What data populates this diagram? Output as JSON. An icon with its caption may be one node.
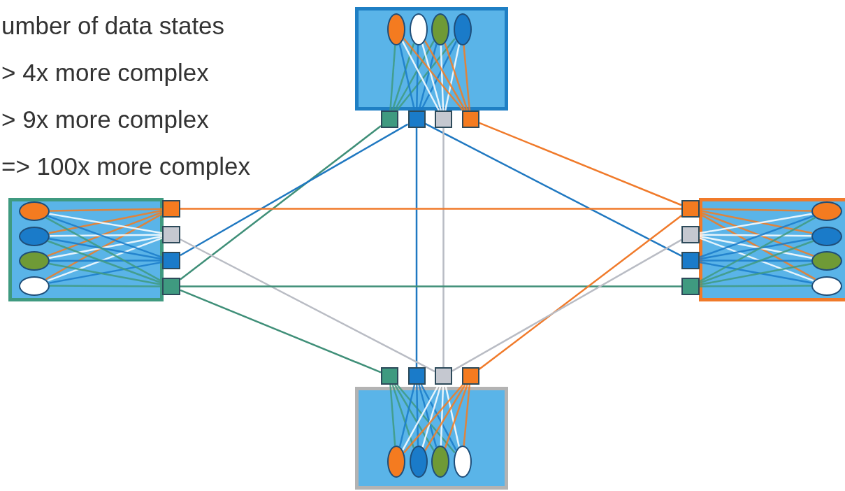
{
  "diagram": {
    "nodes": [
      {
        "text": [],
        "shape": "box"
      },
      {
        "text": [],
        "shape": "ellipse",
        "in": 0
      },
      {
        "text": [],
        "shape": "ellipse",
        "in": 0
      },
      {
        "text": [],
        "shape": "ellipse",
        "in": 0
      },
      {
        "text": [],
        "shape": "ellipse",
        "in": 0
      },
      {
        "text": [],
        "shape": "box"
      },
      {
        "text": [],
        "shape": "box"
      },
      {
        "text": [],
        "shape": "box"
      },
      {
        "text": [],
        "shape": "box"
      },
      {
        "text": [],
        "shape": "box"
      },
      {
        "text": [],
        "shape": "ellipse",
        "in": 9
      },
      {
        "text": [],
        "shape": "ellipse",
        "in": 9
      },
      {
        "text": [],
        "shape": "ellipse",
        "in": 9
      },
      {
        "text": [],
        "shape": "ellipse",
        "in": 9
      },
      {
        "text": [],
        "shape": "box"
      },
      {
        "text": [],
        "shape": "box"
      },
      {
        "text": [],
        "shape": "box"
      },
      {
        "text": [],
        "shape": "box"
      },
      {
        "text": [],
        "shape": "box"
      },
      {
        "text": [],
        "shape": "ellipse",
        "in": 18
      },
      {
        "text": [],
        "shape": "ellipse",
        "in": 18
      },
      {
        "text": [],
        "shape": "ellipse",
        "in": 18
      },
      {
        "text": [],
        "shape": "ellipse",
        "in": 18
      },
      {
        "text": [],
        "shape": "box"
      },
      {
        "text": [],
        "shape": "box"
      },
      {
        "text": [],
        "shape": "box"
      },
      {
        "text": [],
        "shape": "box"
      },
      {
        "text": [],
        "shape": "box"
      },
      {
        "text": [],
        "shape": "ellipse",
        "in": 27
      },
      {
        "text": [],
        "shape": "ellipse",
        "in": 27
      },
      {
        "text": [],
        "shape": "ellipse",
        "in": 27
      },
      {
        "text": [],
        "shape": "ellipse",
        "in": 27
      },
      {
        "text": [],
        "shape": "box"
      },
      {
        "text": [],
        "shape": "box"
      },
      {
        "text": [],
        "shape": "box"
      },
      {
        "text": [],
        "shape": "box"
      }
    ],
    "edges": [
      {
        "from": 1,
        "to": 5,
        "arrow": "none",
        "color": "#3f9a80"
      },
      {
        "from": 2,
        "to": 5,
        "arrow": "none",
        "color": "#3f9a80"
      },
      {
        "from": 3,
        "to": 5,
        "arrow": "none",
        "color": "#3f9a80"
      },
      {
        "from": 4,
        "to": 5,
        "arrow": "none",
        "color": "#3f9a80"
      },
      {
        "from": 1,
        "to": 6,
        "arrow": "none",
        "color": "#1a7bc9"
      },
      {
        "from": 2,
        "to": 6,
        "arrow": "none",
        "color": "#1a7bc9"
      },
      {
        "from": 3,
        "to": 6,
        "arrow": "none",
        "color": "#1a7bc9"
      },
      {
        "from": 4,
        "to": 6,
        "arrow": "none",
        "color": "#1a7bc9"
      },
      {
        "from": 1,
        "to": 7,
        "arrow": "none",
        "color": "#ffffff"
      },
      {
        "from": 2,
        "to": 7,
        "arrow": "none",
        "color": "#ffffff"
      },
      {
        "from": 3,
        "to": 7,
        "arrow": "none",
        "color": "#ffffff"
      },
      {
        "from": 4,
        "to": 7,
        "arrow": "none",
        "color": "#ffffff"
      },
      {
        "from": 1,
        "to": 8,
        "arrow": "none",
        "color": "#f47b20"
      },
      {
        "from": 2,
        "to": 8,
        "arrow": "none",
        "color": "#f47b20"
      },
      {
        "from": 3,
        "to": 8,
        "arrow": "none",
        "color": "#f47b20"
      },
      {
        "from": 4,
        "to": 8,
        "arrow": "none",
        "color": "#f47b20"
      },
      {
        "from": 10,
        "to": 14,
        "arrow": "none",
        "color": "#f47b20"
      },
      {
        "from": 11,
        "to": 14,
        "arrow": "none",
        "color": "#f47b20"
      },
      {
        "from": 12,
        "to": 14,
        "arrow": "none",
        "color": "#f47b20"
      },
      {
        "from": 13,
        "to": 14,
        "arrow": "none",
        "color": "#f47b20"
      },
      {
        "from": 10,
        "to": 15,
        "arrow": "none",
        "color": "#ffffff"
      },
      {
        "from": 11,
        "to": 15,
        "arrow": "none",
        "color": "#ffffff"
      },
      {
        "from": 12,
        "to": 15,
        "arrow": "none",
        "color": "#ffffff"
      },
      {
        "from": 13,
        "to": 15,
        "arrow": "none",
        "color": "#ffffff"
      },
      {
        "from": 10,
        "to": 16,
        "arrow": "none",
        "color": "#1a7bc9"
      },
      {
        "from": 11,
        "to": 16,
        "arrow": "none",
        "color": "#1a7bc9"
      },
      {
        "from": 12,
        "to": 16,
        "arrow": "none",
        "color": "#1a7bc9"
      },
      {
        "from": 13,
        "to": 16,
        "arrow": "none",
        "color": "#1a7bc9"
      },
      {
        "from": 10,
        "to": 17,
        "arrow": "none",
        "color": "#3f9a80"
      },
      {
        "from": 11,
        "to": 17,
        "arrow": "none",
        "color": "#3f9a80"
      },
      {
        "from": 12,
        "to": 17,
        "arrow": "none",
        "color": "#3f9a80"
      },
      {
        "from": 13,
        "to": 17,
        "arrow": "none",
        "color": "#3f9a80"
      },
      {
        "from": 19,
        "to": 23,
        "arrow": "none",
        "color": "#f47b20"
      },
      {
        "from": 20,
        "to": 23,
        "arrow": "none",
        "color": "#f47b20"
      },
      {
        "from": 21,
        "to": 23,
        "arrow": "none",
        "color": "#f47b20"
      },
      {
        "from": 22,
        "to": 23,
        "arrow": "none",
        "color": "#f47b20"
      },
      {
        "from": 19,
        "to": 24,
        "arrow": "none",
        "color": "#ffffff"
      },
      {
        "from": 20,
        "to": 24,
        "arrow": "none",
        "color": "#ffffff"
      },
      {
        "from": 21,
        "to": 24,
        "arrow": "none",
        "color": "#ffffff"
      },
      {
        "from": 22,
        "to": 24,
        "arrow": "none",
        "color": "#ffffff"
      },
      {
        "from": 19,
        "to": 25,
        "arrow": "none",
        "color": "#1a7bc9"
      },
      {
        "from": 20,
        "to": 25,
        "arrow": "none",
        "color": "#1a7bc9"
      },
      {
        "from": 21,
        "to": 25,
        "arrow": "none",
        "color": "#1a7bc9"
      },
      {
        "from": 22,
        "to": 25,
        "arrow": "none",
        "color": "#1a7bc9"
      },
      {
        "from": 19,
        "to": 26,
        "arrow": "none",
        "color": "#3f9a80"
      },
      {
        "from": 20,
        "to": 26,
        "arrow": "none",
        "color": "#3f9a80"
      },
      {
        "from": 21,
        "to": 26,
        "arrow": "none",
        "color": "#3f9a80"
      },
      {
        "from": 22,
        "to": 26,
        "arrow": "none",
        "color": "#3f9a80"
      },
      {
        "from": 28,
        "to": 32,
        "arrow": "none",
        "color": "#3f9a80"
      },
      {
        "from": 29,
        "to": 32,
        "arrow": "none",
        "color": "#3f9a80"
      },
      {
        "from": 30,
        "to": 32,
        "arrow": "none",
        "color": "#3f9a80"
      },
      {
        "from": 31,
        "to": 32,
        "arrow": "none",
        "color": "#3f9a80"
      },
      {
        "from": 28,
        "to": 33,
        "arrow": "none",
        "color": "#1a7bc9"
      },
      {
        "from": 29,
        "to": 33,
        "arrow": "none",
        "color": "#1a7bc9"
      },
      {
        "from": 30,
        "to": 33,
        "arrow": "none",
        "color": "#1a7bc9"
      },
      {
        "from": 31,
        "to": 33,
        "arrow": "none",
        "color": "#1a7bc9"
      },
      {
        "from": 28,
        "to": 34,
        "arrow": "none",
        "color": "#ffffff"
      },
      {
        "from": 29,
        "to": 34,
        "arrow": "none",
        "color": "#ffffff"
      },
      {
        "from": 30,
        "to": 34,
        "arrow": "none",
        "color": "#ffffff"
      },
      {
        "from": 31,
        "to": 34,
        "arrow": "none",
        "color": "#ffffff"
      },
      {
        "from": 28,
        "to": 35,
        "arrow": "none",
        "color": "#f47b20"
      },
      {
        "from": 29,
        "to": 35,
        "arrow": "none",
        "color": "#f47b20"
      },
      {
        "from": 30,
        "to": 35,
        "arrow": "none",
        "color": "#f47b20"
      },
      {
        "from": 31,
        "to": 35,
        "arrow": "none",
        "color": "#f47b20"
      },
      {
        "from": 5,
        "to": 17,
        "arrow": "none",
        "color": "#3f8f78"
      },
      {
        "from": 6,
        "to": 16,
        "arrow": "none",
        "color": "#1f78c1"
      },
      {
        "from": 6,
        "to": 33,
        "arrow": "none",
        "color": "#1f78c1"
      },
      {
        "from": 6,
        "to": 25,
        "arrow": "none",
        "color": "#1f78c1"
      },
      {
        "from": 7,
        "to": 34,
        "arrow": "none",
        "color": "#b9bcc4"
      },
      {
        "from": 8,
        "to": 23,
        "arrow": "none",
        "color": "#f07a2a"
      },
      {
        "from": 14,
        "to": 23,
        "arrow": "none",
        "color": "#f07a2a"
      },
      {
        "from": 15,
        "to": 34,
        "arrow": "none",
        "color": "#b9bcc4"
      },
      {
        "from": 17,
        "to": 26,
        "arrow": "none",
        "color": "#3f8f78"
      },
      {
        "from": 17,
        "to": 32,
        "arrow": "none",
        "color": "#3f8f78"
      },
      {
        "from": 23,
        "to": 35,
        "arrow": "none",
        "color": "#f07a2a"
      },
      {
        "from": 24,
        "to": 34,
        "arrow": "none",
        "color": "#b9bcc4"
      }
    ],
    "labels": [
      "umber of data states",
      "> 4x more complex",
      "> 9x more complex",
      "=> 100x more complex"
    ]
  }
}
